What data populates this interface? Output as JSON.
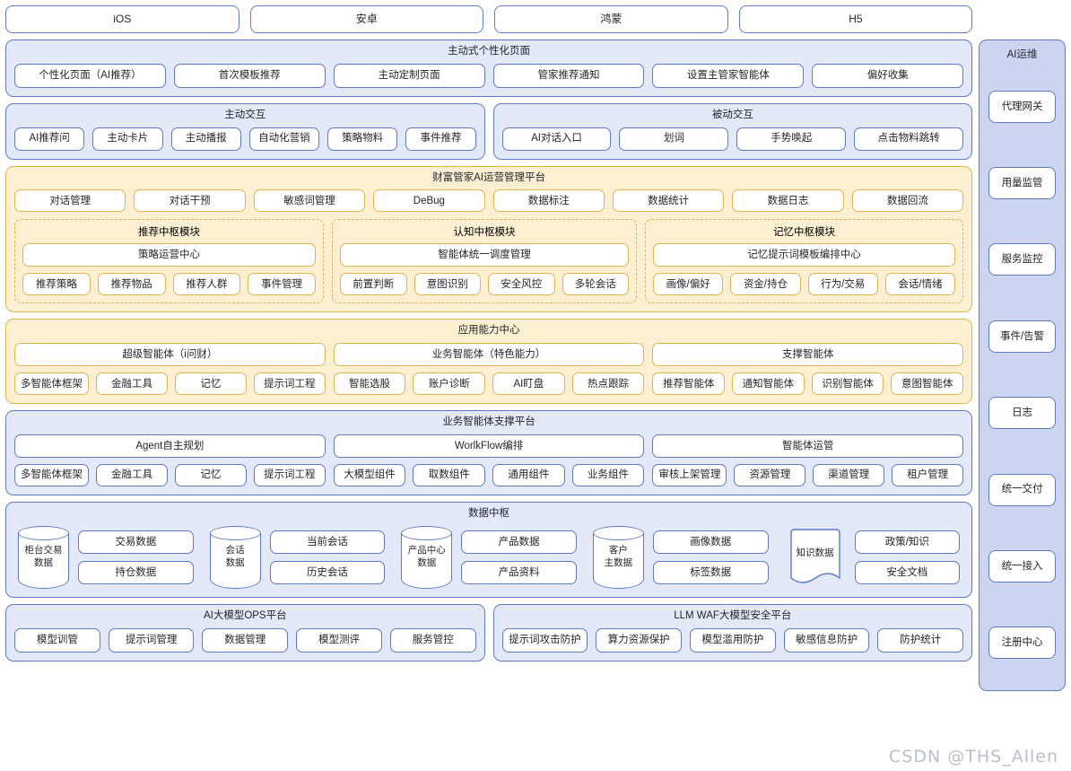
{
  "colors": {
    "blue_border": "#5e7ac8",
    "blue_fill": "#e3e9f9",
    "gold_border": "#dfb64a",
    "gold_fill": "#fdf0d2",
    "sidebar_fill": "#ccd4f0",
    "chip_fill": "#ffffff"
  },
  "platforms": [
    {
      "label": "iOS"
    },
    {
      "label": "安卓"
    },
    {
      "label": "鸿蒙"
    },
    {
      "label": "H5"
    }
  ],
  "personalized": {
    "title": "主动式个性化页面",
    "items": [
      {
        "label": "个性化页面（AI推荐）"
      },
      {
        "label": "首次模板推荐"
      },
      {
        "label": "主动定制页面"
      },
      {
        "label": "管家推荐通知"
      },
      {
        "label": "设置主管家智能体"
      },
      {
        "label": "偏好收集"
      }
    ]
  },
  "active_interaction": {
    "title": "主动交互",
    "items": [
      {
        "label": "AI推荐问"
      },
      {
        "label": "主动卡片"
      },
      {
        "label": "主动播报"
      },
      {
        "label": "自动化营销"
      },
      {
        "label": "策略物料"
      },
      {
        "label": "事件推荐"
      }
    ]
  },
  "passive_interaction": {
    "title": "被动交互",
    "items": [
      {
        "label": "AI对话入口"
      },
      {
        "label": "划词"
      },
      {
        "label": "手势唤起"
      },
      {
        "label": "点击物料跳转"
      }
    ]
  },
  "ops_platform": {
    "title": "财富管家AI运营管理平台",
    "tools": [
      {
        "label": "对话管理"
      },
      {
        "label": "对话干预"
      },
      {
        "label": "敏感词管理"
      },
      {
        "label": "DeBug"
      },
      {
        "label": "数据标注"
      },
      {
        "label": "数据统计"
      },
      {
        "label": "数据日志"
      },
      {
        "label": "数据回流"
      }
    ],
    "hubs": [
      {
        "title": "推荐中枢模块",
        "head": "策略运营中心",
        "items": [
          {
            "label": "推荐策略"
          },
          {
            "label": "推荐物品"
          },
          {
            "label": "推荐人群"
          },
          {
            "label": "事件管理"
          }
        ]
      },
      {
        "title": "认知中枢模块",
        "head": "智能体统一调度管理",
        "items": [
          {
            "label": "前置判断"
          },
          {
            "label": "意图识别"
          },
          {
            "label": "安全风控"
          },
          {
            "label": "多轮会话"
          }
        ]
      },
      {
        "title": "记忆中枢模块",
        "head": "记忆提示词模板编排中心",
        "items": [
          {
            "label": "画像/偏好"
          },
          {
            "label": "资金/持仓"
          },
          {
            "label": "行为/交易"
          },
          {
            "label": "会话/情绪"
          }
        ]
      }
    ]
  },
  "app_capability": {
    "title": "应用能力中心",
    "groups": [
      {
        "head": "超级智能体（i问财）",
        "items": [
          {
            "label": "多智能体框架"
          },
          {
            "label": "金融工具"
          },
          {
            "label": "记忆"
          },
          {
            "label": "提示词工程"
          }
        ]
      },
      {
        "head": "业务智能体（特色能力）",
        "items": [
          {
            "label": "智能选股"
          },
          {
            "label": "账户诊断"
          },
          {
            "label": "AI盯盘"
          },
          {
            "label": "热点跟踪"
          }
        ]
      },
      {
        "head": "支撑智能体",
        "items": [
          {
            "label": "推荐智能体"
          },
          {
            "label": "通知智能体"
          },
          {
            "label": "识别智能体"
          },
          {
            "label": "意图智能体"
          }
        ]
      }
    ]
  },
  "support_platform": {
    "title": "业务智能体支撑平台",
    "groups": [
      {
        "head": "Agent自主规划",
        "items": [
          {
            "label": "多智能体框架"
          },
          {
            "label": "金融工具"
          },
          {
            "label": "记忆"
          },
          {
            "label": "提示词工程"
          }
        ]
      },
      {
        "head": "WorlkFlow编排",
        "items": [
          {
            "label": "大模型组件"
          },
          {
            "label": "取数组件"
          },
          {
            "label": "通用组件"
          },
          {
            "label": "业务组件"
          }
        ]
      },
      {
        "head": "智能体运管",
        "items": [
          {
            "label": "审核上架管理"
          },
          {
            "label": "资源管理"
          },
          {
            "label": "渠道管理"
          },
          {
            "label": "租户管理"
          }
        ]
      }
    ]
  },
  "data_hub": {
    "title": "数据中枢",
    "groups": [
      {
        "shape": "cylinder",
        "store": "柜台交易\n数据",
        "items": [
          {
            "label": "交易数据"
          },
          {
            "label": "持仓数据"
          }
        ]
      },
      {
        "shape": "cylinder",
        "store": "会话\n数据",
        "items": [
          {
            "label": "当前会话"
          },
          {
            "label": "历史会话"
          }
        ]
      },
      {
        "shape": "cylinder",
        "store": "产品中心\n数据",
        "items": [
          {
            "label": "产品数据"
          },
          {
            "label": "产品资料"
          }
        ]
      },
      {
        "shape": "cylinder",
        "store": "客户\n主数据",
        "items": [
          {
            "label": "画像数据"
          },
          {
            "label": "标签数据"
          }
        ]
      },
      {
        "shape": "document",
        "store": "知识数据",
        "items": [
          {
            "label": "政策/知识"
          },
          {
            "label": "安全文档"
          }
        ]
      }
    ]
  },
  "ops_ml": {
    "title": "AI大模型OPS平台",
    "items": [
      {
        "label": "模型训管"
      },
      {
        "label": "提示词管理"
      },
      {
        "label": "数据管理"
      },
      {
        "label": "模型测评"
      },
      {
        "label": "服务管控"
      }
    ]
  },
  "llm_waf": {
    "title": "LLM WAF大模型安全平台",
    "items": [
      {
        "label": "提示词攻击防护"
      },
      {
        "label": "算力资源保护"
      },
      {
        "label": "模型滥用防护"
      },
      {
        "label": "敏感信息防护"
      },
      {
        "label": "防护统计"
      }
    ]
  },
  "sidebar": {
    "title": "AI运维",
    "items": [
      {
        "label": "代理网关"
      },
      {
        "label": "用量监管"
      },
      {
        "label": "服务监控"
      },
      {
        "label": "事件/告警"
      },
      {
        "label": "日志"
      },
      {
        "label": "统一交付"
      },
      {
        "label": "统一接入"
      },
      {
        "label": "注册中心"
      }
    ]
  },
  "watermark": {
    "text": "CSDN @THS_Allen"
  }
}
